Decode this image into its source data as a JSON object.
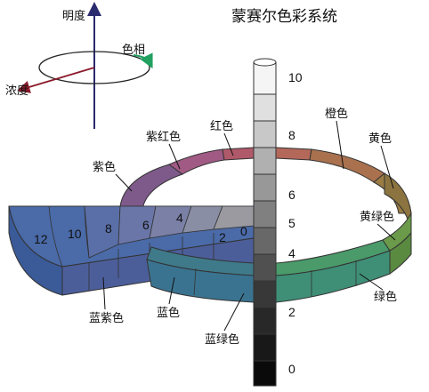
{
  "title": "蒙赛尔色彩系统",
  "axes_legend": {
    "value": "明度",
    "hue": "色相",
    "chroma": "浓度"
  },
  "value_scale": [
    "10",
    "8",
    "6",
    "5",
    "4",
    "2",
    "0"
  ],
  "chroma_scale": [
    "12",
    "10",
    "8",
    "6",
    "4",
    "2",
    "0"
  ],
  "hues": {
    "red": "红色",
    "red_purple": "紫红色",
    "purple": "紫色",
    "yellow_red": "橙色",
    "yellow": "黄色",
    "green_yellow": "黄绿色",
    "green": "绿色",
    "blue_green": "蓝绿色",
    "blue": "蓝色",
    "purple_blue": "蓝紫色"
  },
  "colors": {
    "axis_arrow": "#2a2a6e",
    "hue_arrow": "#22a060",
    "chroma_arrow": "#8a1a2a"
  }
}
